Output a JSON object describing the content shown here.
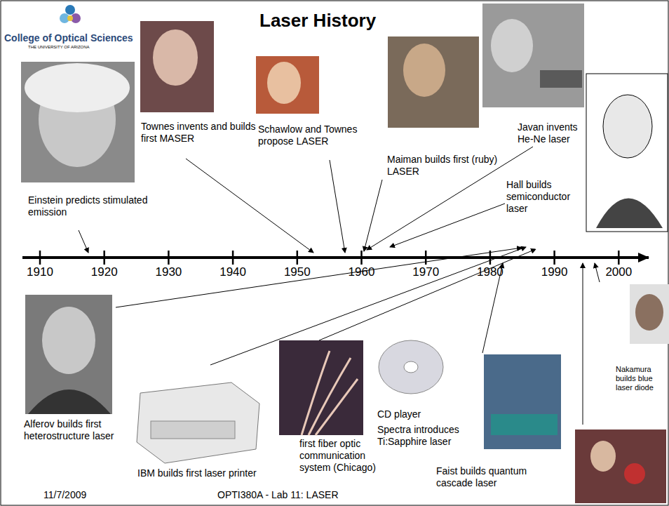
{
  "diagram": {
    "title": "Laser History",
    "labels": [
      "College of Optical Sciences",
      "THE UNIVERSITY OF ARIZONA",
      "Einstein predicts stimulated emission",
      "Townes invents and builds first MASER",
      "Schawlow and Townes propose LASER",
      "Maiman builds first (ruby) LASER",
      "Javan invents He-Ne laser",
      "Hall builds semiconductor laser",
      "1910",
      "1920",
      "1930",
      "1940",
      "1950",
      "1960",
      "1970",
      "1980",
      "1990",
      "2000",
      "Alferov builds first heterostructure laser",
      "IBM builds first laser printer",
      "first fiber optic communication system (Chicago)",
      "CD player",
      "Spectra introduces Ti:Sapphire laser",
      "Faist builds quantum cascade laser",
      "Nakamura builds blue laser diode",
      "11/7/2009",
      "OPTI380A - Lab 11: LASER"
    ]
  }
}
